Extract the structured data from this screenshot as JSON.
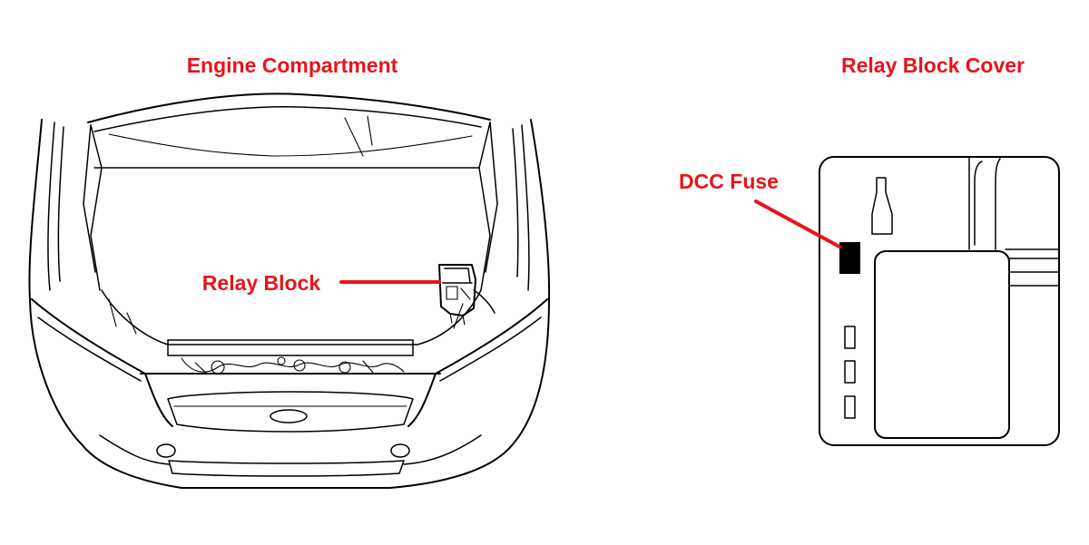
{
  "labels": {
    "engine_compartment": "Engine Compartment",
    "relay_block_cover": "Relay Block Cover",
    "relay_block": "Relay Block",
    "dcc_fuse": "DCC Fuse"
  },
  "colors": {
    "label": "#e8141c",
    "line": "#000000",
    "background": "#ffffff"
  }
}
